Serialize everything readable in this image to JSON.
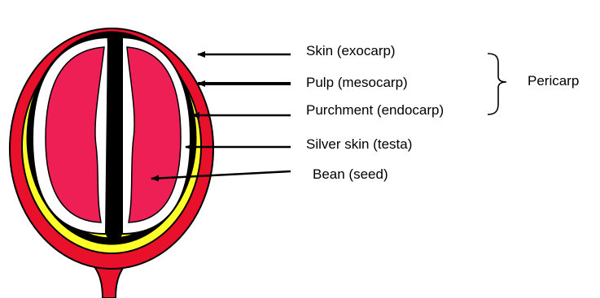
{
  "colors": {
    "outline": "#000000",
    "skin": "#e8102a",
    "pulp": "#ffff2a",
    "parchment": "#ffffff",
    "seed": "#ee1f55",
    "background": "#ffffff"
  },
  "labels": {
    "skin": "Skin (exocarp)",
    "pulp": "Pulp (mesocarp)",
    "parchment": "Purchment (endocarp)",
    "silver_skin": "Silver skin (testa)",
    "bean": "Bean (seed)",
    "pericarp": "Pericarp"
  }
}
